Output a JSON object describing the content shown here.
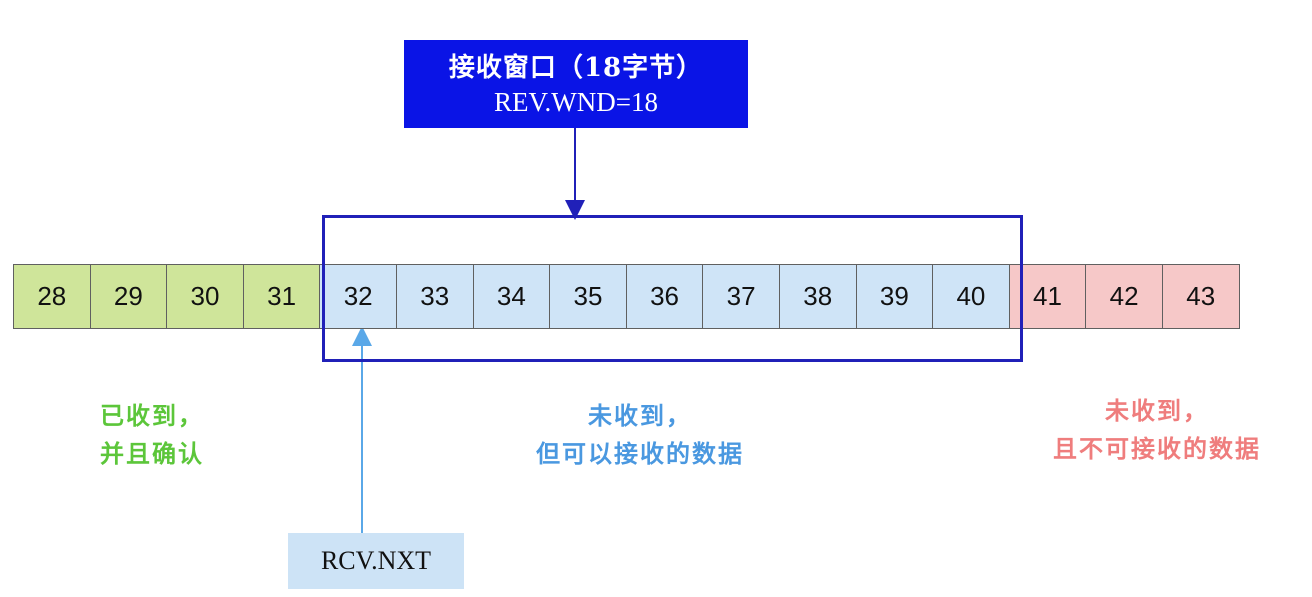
{
  "window_label": {
    "line1": "接收窗口（18字节）",
    "line2": "REV.WND=18"
  },
  "cells": [
    {
      "value": "28",
      "state": "acked"
    },
    {
      "value": "29",
      "state": "acked"
    },
    {
      "value": "30",
      "state": "acked"
    },
    {
      "value": "31",
      "state": "acked"
    },
    {
      "value": "32",
      "state": "window"
    },
    {
      "value": "33",
      "state": "window"
    },
    {
      "value": "34",
      "state": "window"
    },
    {
      "value": "35",
      "state": "window"
    },
    {
      "value": "36",
      "state": "window"
    },
    {
      "value": "37",
      "state": "window"
    },
    {
      "value": "38",
      "state": "window"
    },
    {
      "value": "39",
      "state": "window"
    },
    {
      "value": "40",
      "state": "window"
    },
    {
      "value": "41",
      "state": "outside"
    },
    {
      "value": "42",
      "state": "outside"
    },
    {
      "value": "43",
      "state": "outside"
    }
  ],
  "labels": {
    "acked": {
      "line1": "已收到，",
      "line2": "并且确认"
    },
    "window": {
      "line1": "未收到，",
      "line2": "但可以接收的数据"
    },
    "outside": {
      "line1": "未收到，",
      "line2": "且不可接收的数据"
    }
  },
  "pointer": {
    "label": "RCV.NXT"
  },
  "colors": {
    "title_bg": "#0a14e6",
    "window_border": "#2020b8",
    "acked": "#cfe59a",
    "window": "#cfe4f7",
    "outside": "#f6c8c8",
    "acked_text": "#5cc63a",
    "window_text": "#4a98e0",
    "outside_text": "#ef7d7d"
  }
}
